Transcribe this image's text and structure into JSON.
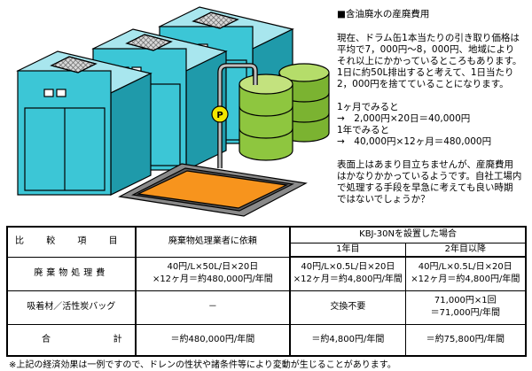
{
  "header": {
    "title": "■含油廃水の産廃費用"
  },
  "description": {
    "para1": [
      "現在、ドラム缶1本当たりの引き取り価格は",
      "平均で7，000円～8，000円、地域により",
      "それ以上にかかっているところもあります。",
      "1日に約50L排出すると考えて、1日当たり",
      "2，000円を捨てていることになります。"
    ],
    "para2": [
      "1ヶ月でみると",
      "→　2,000円×20日＝40,000円",
      "1年でみると",
      "→　40,000円×12ヶ月＝480,000円"
    ],
    "para3": [
      "表面上はあまり目立ちませんが、産廃費用",
      "はかなりかかっているようです。自社工場内",
      "で処理する手段を早急に考えても良い時期",
      "ではないでしょうか？"
    ]
  },
  "illustration": {
    "pump_label": "P"
  },
  "table": {
    "header": {
      "item": "比 較 項 目",
      "disposal": "廃棄物処理業者に依頼",
      "kbj": "KBJ-30Nを設置した場合",
      "year1": "1年目",
      "year2": "2年目以降"
    },
    "rows": [
      {
        "label": "廃棄物処理費",
        "disposal": [
          "40円/L×50L/日×20日",
          "×12ヶ月＝約480,000円/年間"
        ],
        "year1": [
          "40円/L×0.5L/日×20日",
          "×12ヶ月＝約4,800円/年間"
        ],
        "year2": [
          "40円/L×0.5L/日×20日",
          "×12ヶ月＝約4,800円/年間"
        ]
      },
      {
        "label": "吸着材／活性炭バッグ",
        "disposal": [
          "－"
        ],
        "year1": [
          "交換不要"
        ],
        "year2": [
          "71,000円×1回",
          "＝71,000円/年間"
        ]
      },
      {
        "label_left": "合",
        "label_right": "計",
        "disposal": [
          "＝約480,000円/年間"
        ],
        "year1": [
          "＝約4,800円/年間"
        ],
        "year2": [
          "＝約75,800円/年間"
        ]
      }
    ]
  },
  "footnote": "※上記の経済効果は一例ですので、ドレンの性状や諸条件等により変動が生じることがあります。",
  "colors": {
    "machine": "#3cc6d6",
    "drum": "#8ec63f",
    "oil": "#f7941d",
    "tray": "#808080",
    "pump": "#f2e600"
  }
}
